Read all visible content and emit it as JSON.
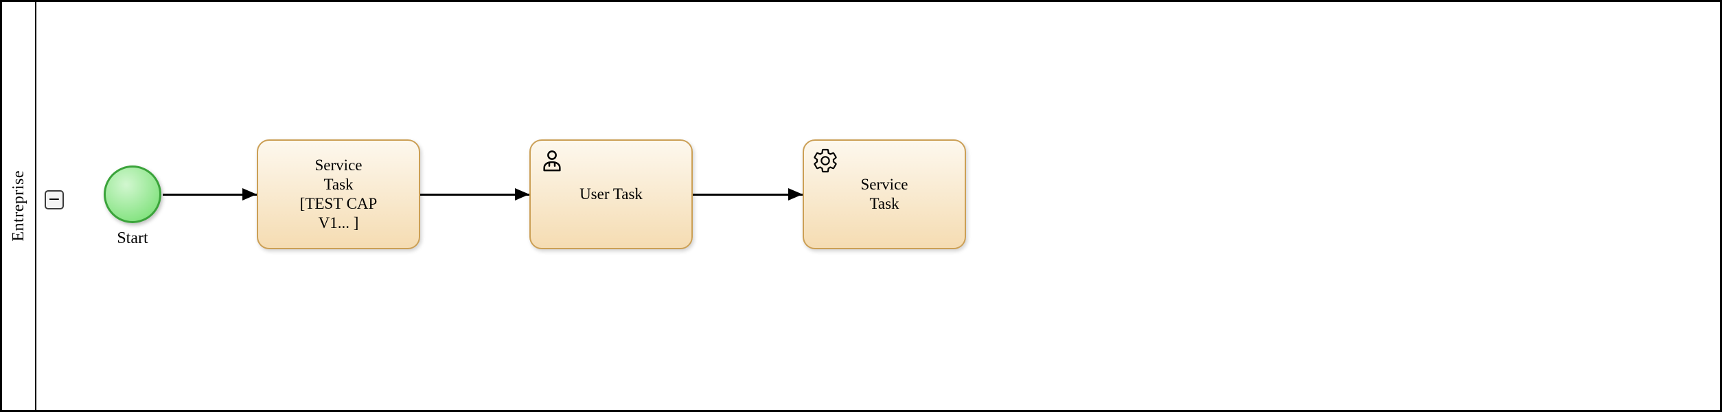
{
  "pool": {
    "lane_label": "Entreprise",
    "collapse_button_label": "−"
  },
  "nodes": {
    "start_event": {
      "label": "Start"
    },
    "service_task_1": {
      "label": "Service\nTask\n[TEST CAP\nV1... ]"
    },
    "user_task": {
      "label": "User Task"
    },
    "service_task_2": {
      "label": "Service\nTask"
    }
  },
  "icons": {
    "user_task": "user-icon",
    "service_task": "gear-icon"
  },
  "colors": {
    "task_fill_top": "#fdf8ee",
    "task_fill_bottom": "#f5dcb2",
    "task_border": "#cb9f55",
    "start_fill": "#6edd6a",
    "start_border": "#3aa33a",
    "flow": "#000000",
    "pool_border": "#000000"
  }
}
